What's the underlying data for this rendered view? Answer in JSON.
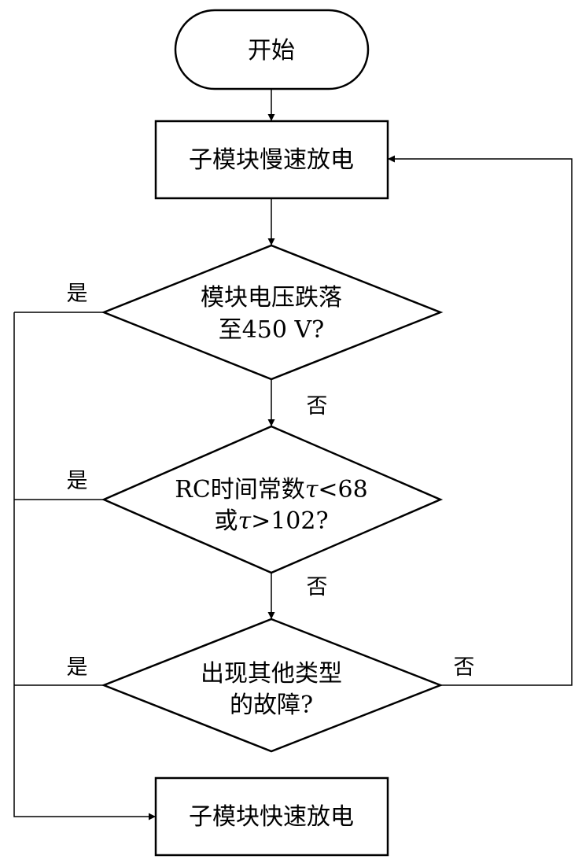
{
  "nodes": {
    "start": "开始",
    "slow_discharge": "子模块慢速放电",
    "decision1": {
      "line1": "模块电压跌落",
      "line2": "至450 V?"
    },
    "decision2": {
      "line1_prefix": "RC时间常数",
      "line1_tau": "τ",
      "line1_suffix": "<68",
      "line2_prefix": "或",
      "line2_tau": "τ",
      "line2_suffix": ">102?"
    },
    "decision3": {
      "line1": "出现其他类型",
      "line2": "的故障?"
    },
    "fast_discharge": "子模块快速放电"
  },
  "edge_labels": {
    "yes1": "是",
    "no1": "否",
    "yes2": "是",
    "no2": "否",
    "yes3": "是",
    "no3": "否"
  }
}
